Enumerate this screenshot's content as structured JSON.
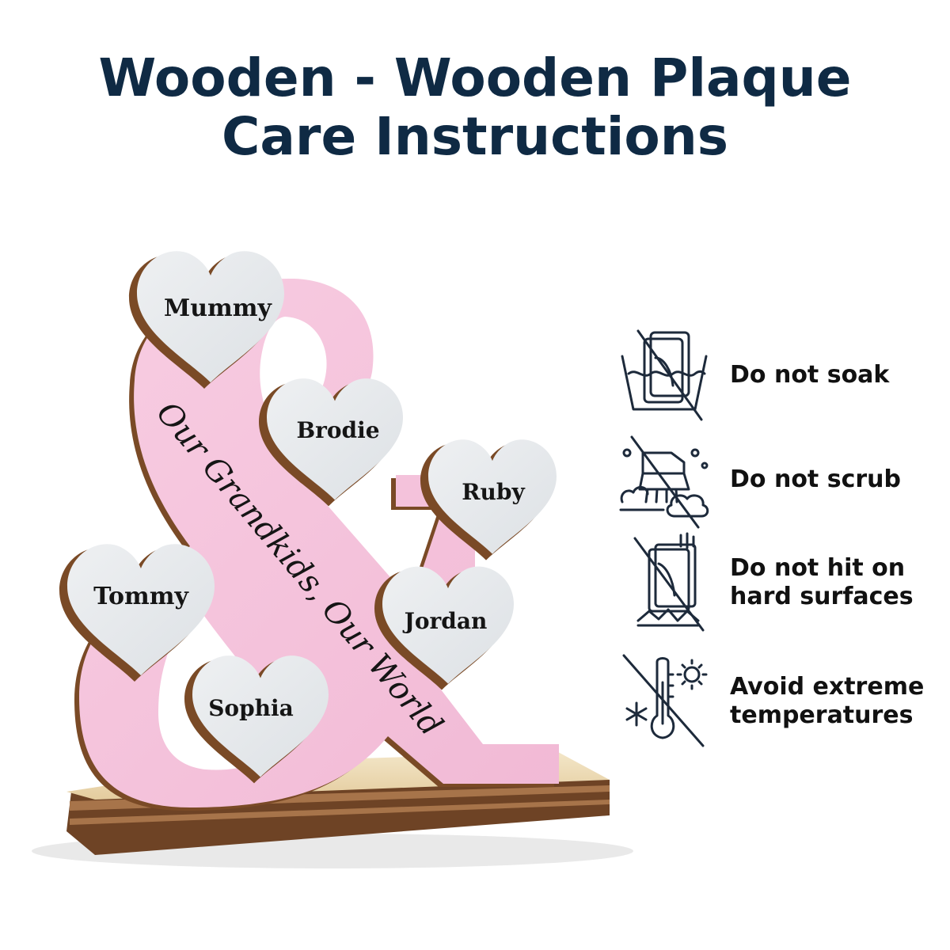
{
  "title": {
    "line1": "Wooden - Wooden Plaque",
    "line2": "Care Instructions"
  },
  "product": {
    "tagline": "Our Grandkids, Our World",
    "names": [
      "Mummy",
      "Brodie",
      "Ruby",
      "Tommy",
      "Jordan",
      "Sophia"
    ],
    "colors": {
      "pink": "#f5c3dc",
      "heart": "#e6e9ec",
      "wood_edge": "#7a4a26",
      "base": "#ecd8b2"
    }
  },
  "care": [
    {
      "icon": "no-soak-icon",
      "lines": [
        "Do not soak"
      ]
    },
    {
      "icon": "no-scrub-icon",
      "lines": [
        "Do not scrub"
      ]
    },
    {
      "icon": "no-hit-icon",
      "lines": [
        "Do not hit on",
        "hard surfaces"
      ]
    },
    {
      "icon": "no-extreme-temperature-icon",
      "lines": [
        "Avoid extreme",
        "temperatures"
      ]
    }
  ],
  "colors": {
    "title": "#0f2a44",
    "icon_stroke": "#1d2a3b",
    "label": "#111111"
  }
}
